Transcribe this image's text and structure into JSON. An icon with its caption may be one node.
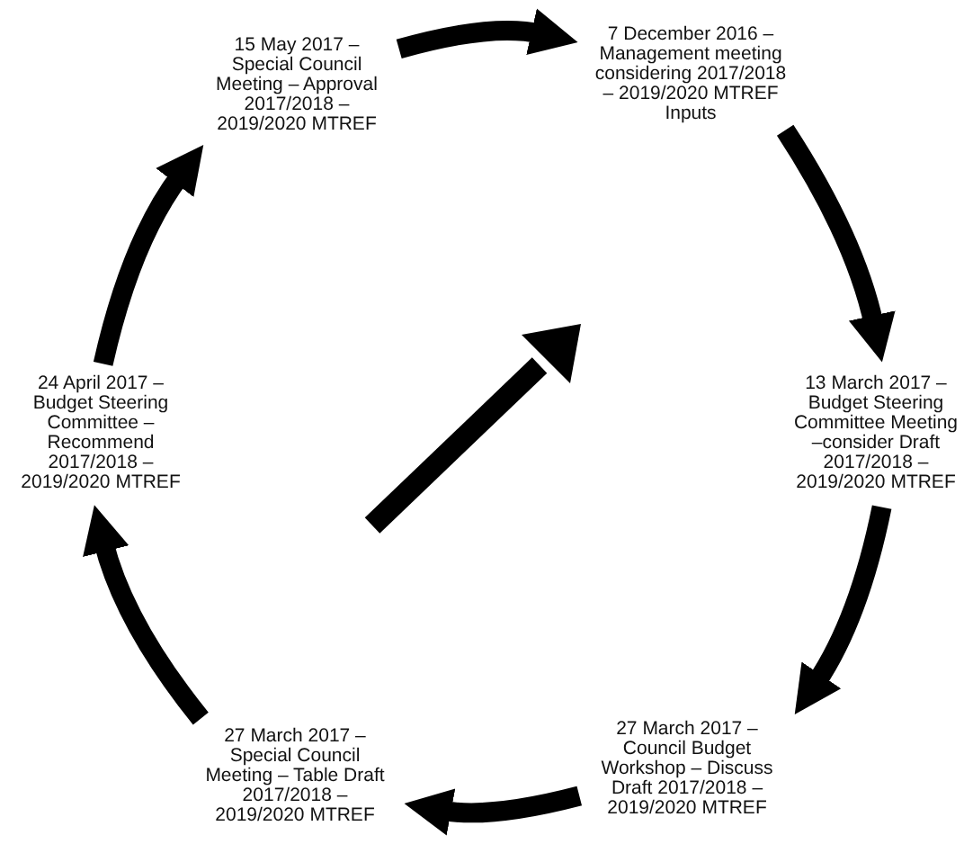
{
  "diagram": {
    "nodes": [
      {
        "text": [
          "15 May 2017 – Special Council Meeting – Approval 2017/2018 – 2019/2020 MTREF"
        ]
      },
      {
        "text": [
          "7 December 2016 – Management meeting considering 2017/2018 – 2019/2020 MTREF Inputs"
        ]
      },
      {
        "text": [
          "13 March 2017 – Budget Steering Committee Meeting –consider Draft 2017/2018 – 2019/2020 MTREF"
        ]
      },
      {
        "text": [
          "27 March 2017 – Council Budget Workshop – Discuss Draft 2017/2018 – 2019/2020 MTREF"
        ]
      },
      {
        "text": [
          "27 March 2017 – Special Council Meeting – Table Draft 2017/2018 – 2019/2020 MTREF"
        ]
      },
      {
        "text": [
          "24 April 2017 – Budget Steering Committee – Recommend 2017/2018 – 2019/2020 MTREF"
        ]
      }
    ],
    "edges": [
      {
        "from": 0,
        "to": 1,
        "arrow": "to"
      },
      {
        "from": 1,
        "to": 2,
        "arrow": "to"
      },
      {
        "from": 2,
        "to": 3,
        "arrow": "to"
      },
      {
        "from": 3,
        "to": 4,
        "arrow": "to"
      },
      {
        "from": 4,
        "to": 5,
        "arrow": "to"
      },
      {
        "from": 5,
        "to": 0,
        "arrow": "to"
      }
    ]
  }
}
